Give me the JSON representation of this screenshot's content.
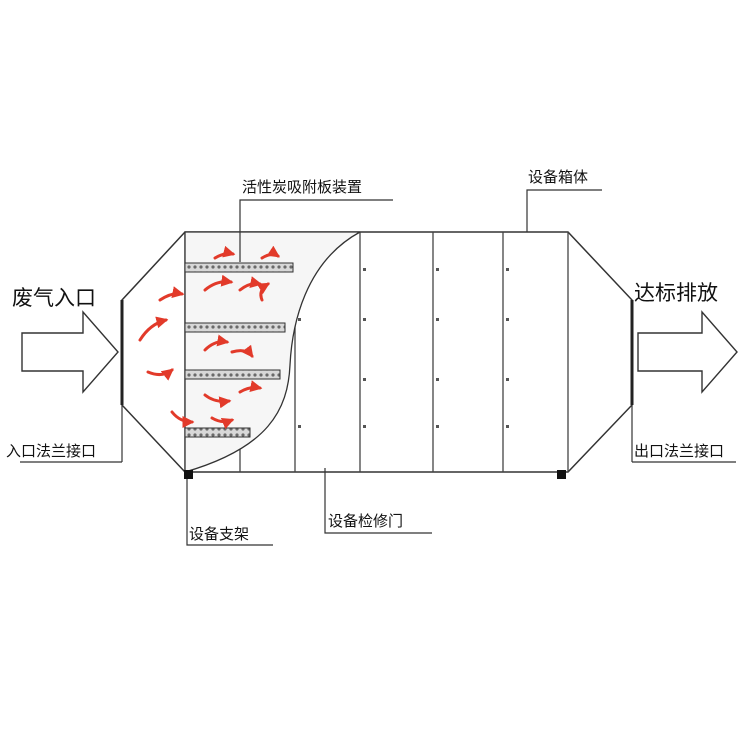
{
  "labels": {
    "activated_carbon": "活性炭吸附板装置",
    "housing": "设备箱体",
    "inlet_gas": "废气入口",
    "outlet_gas": "达标排放",
    "inlet_flange": "入口法兰接口",
    "outlet_flange": "出口法兰接口",
    "support": "设备支架",
    "access_door": "设备检修门"
  },
  "colors": {
    "line": "#333333",
    "cutaway_fill": "#f4f4f4",
    "carbon_plate": "#9a9a9a",
    "airflow": "#e23a2a"
  },
  "icons": {
    "inlet_arrow": "arrow-right-icon",
    "outlet_arrow": "arrow-right-icon"
  }
}
